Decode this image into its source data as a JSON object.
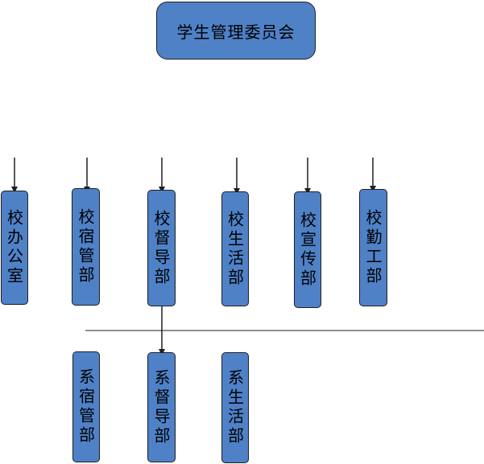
{
  "colors": {
    "box_fill": "#4f81c7",
    "stroke": "#1f1f1f"
  },
  "top": {
    "title": "学生管理委员会"
  },
  "upper_row": [
    {
      "label": "校办公室"
    },
    {
      "label": "校宿管部"
    },
    {
      "label": "校督导部"
    },
    {
      "label": "校生活部"
    },
    {
      "label": "校宣传部"
    },
    {
      "label": "校勤工部"
    }
  ],
  "lower_row": [
    {
      "label": "系宿管部"
    },
    {
      "label": "系督导部"
    },
    {
      "label": "系生活部"
    }
  ]
}
